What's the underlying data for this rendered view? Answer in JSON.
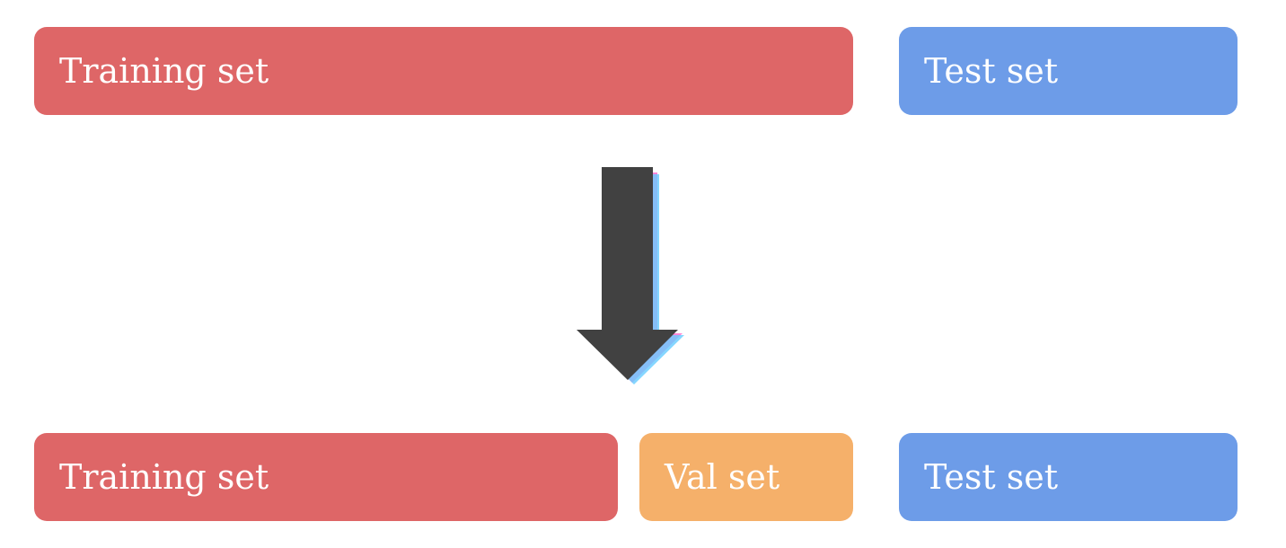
{
  "diagram": {
    "before": {
      "training_label": "Training set",
      "test_label": "Test set"
    },
    "after": {
      "training_label": "Training set",
      "val_label": "Val set",
      "test_label": "Test set"
    },
    "arrow_icon": "down-arrow-icon",
    "colors": {
      "training": "#de6667",
      "test": "#6d9ce8",
      "val": "#f5b06a",
      "arrow": "#414141"
    }
  }
}
